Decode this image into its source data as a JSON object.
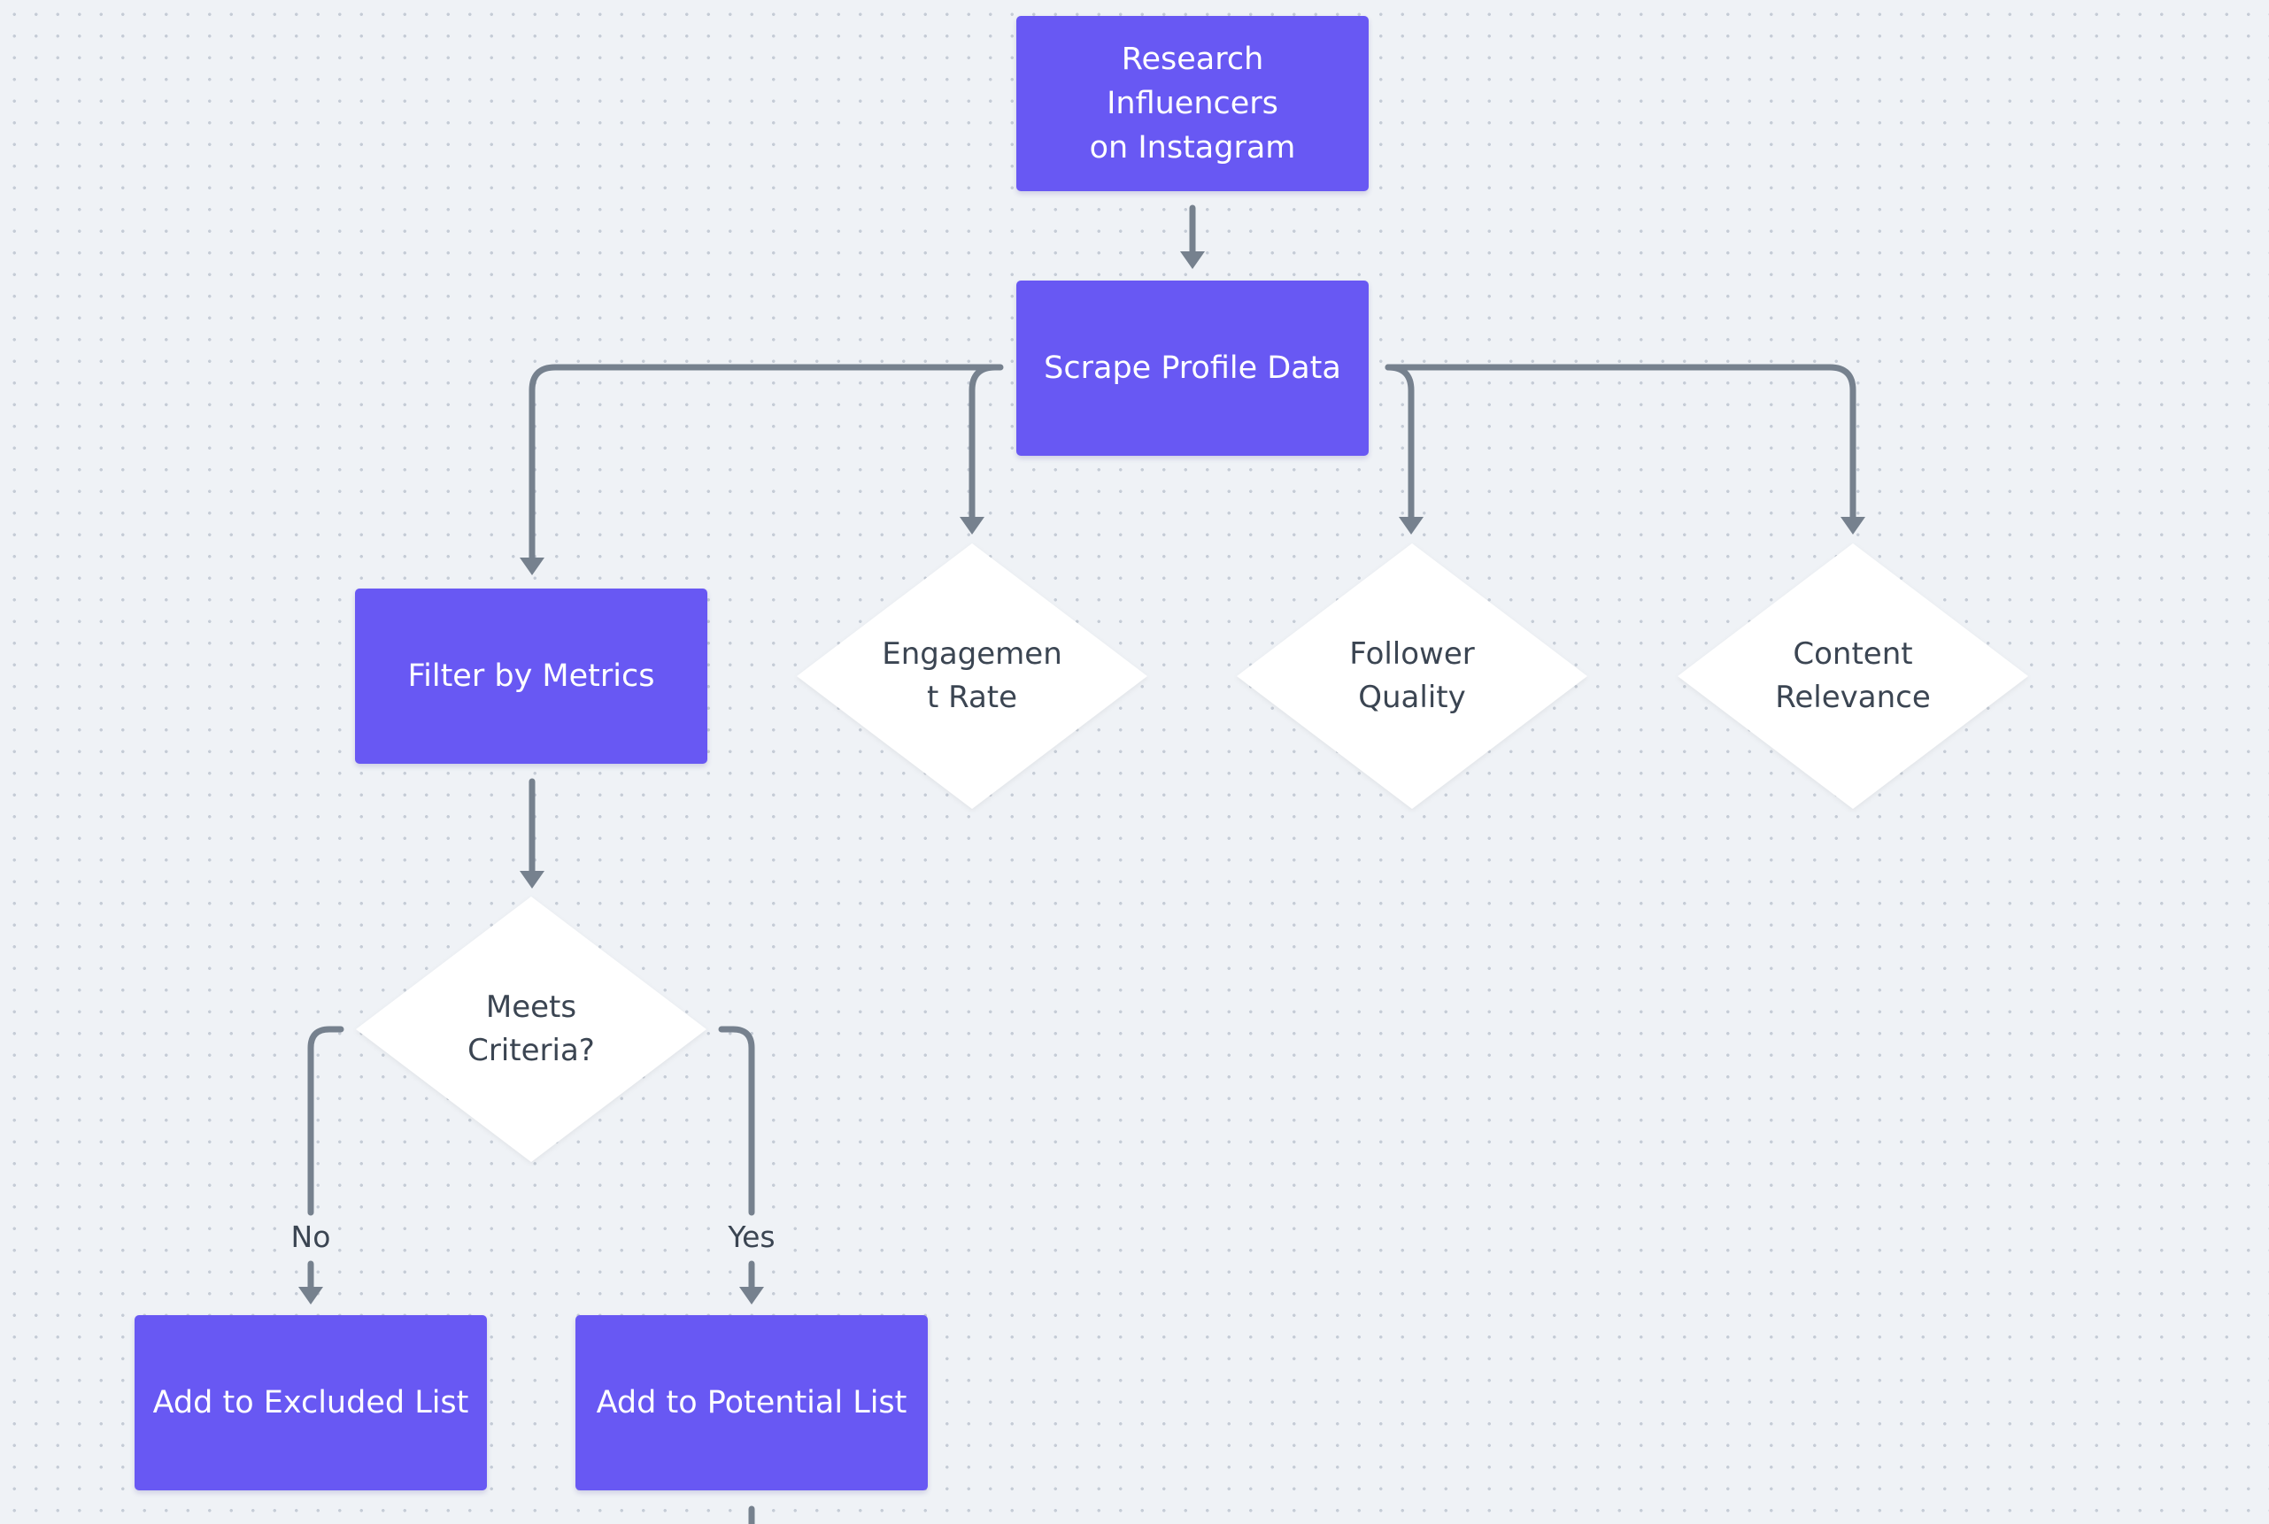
{
  "diagram": {
    "nodes": {
      "research": {
        "label": "Research Influencers\non Instagram"
      },
      "scrape": {
        "label": "Scrape Profile Data"
      },
      "filter": {
        "label": "Filter by Metrics"
      },
      "engagement": {
        "label": "Engagemen\nt Rate"
      },
      "follower": {
        "label": "Follower\nQuality"
      },
      "content": {
        "label": "Content\nRelevance"
      },
      "criteria": {
        "label": "Meets\nCriteria?"
      },
      "excluded": {
        "label": "Add to Excluded List"
      },
      "potential": {
        "label": "Add to Potential List"
      }
    },
    "edges": {
      "no_label": "No",
      "yes_label": "Yes"
    },
    "colors": {
      "process_fill": "#6858f3",
      "decision_fill": "#ffffff",
      "connector": "#76818e",
      "background": "#eff2f6"
    }
  }
}
